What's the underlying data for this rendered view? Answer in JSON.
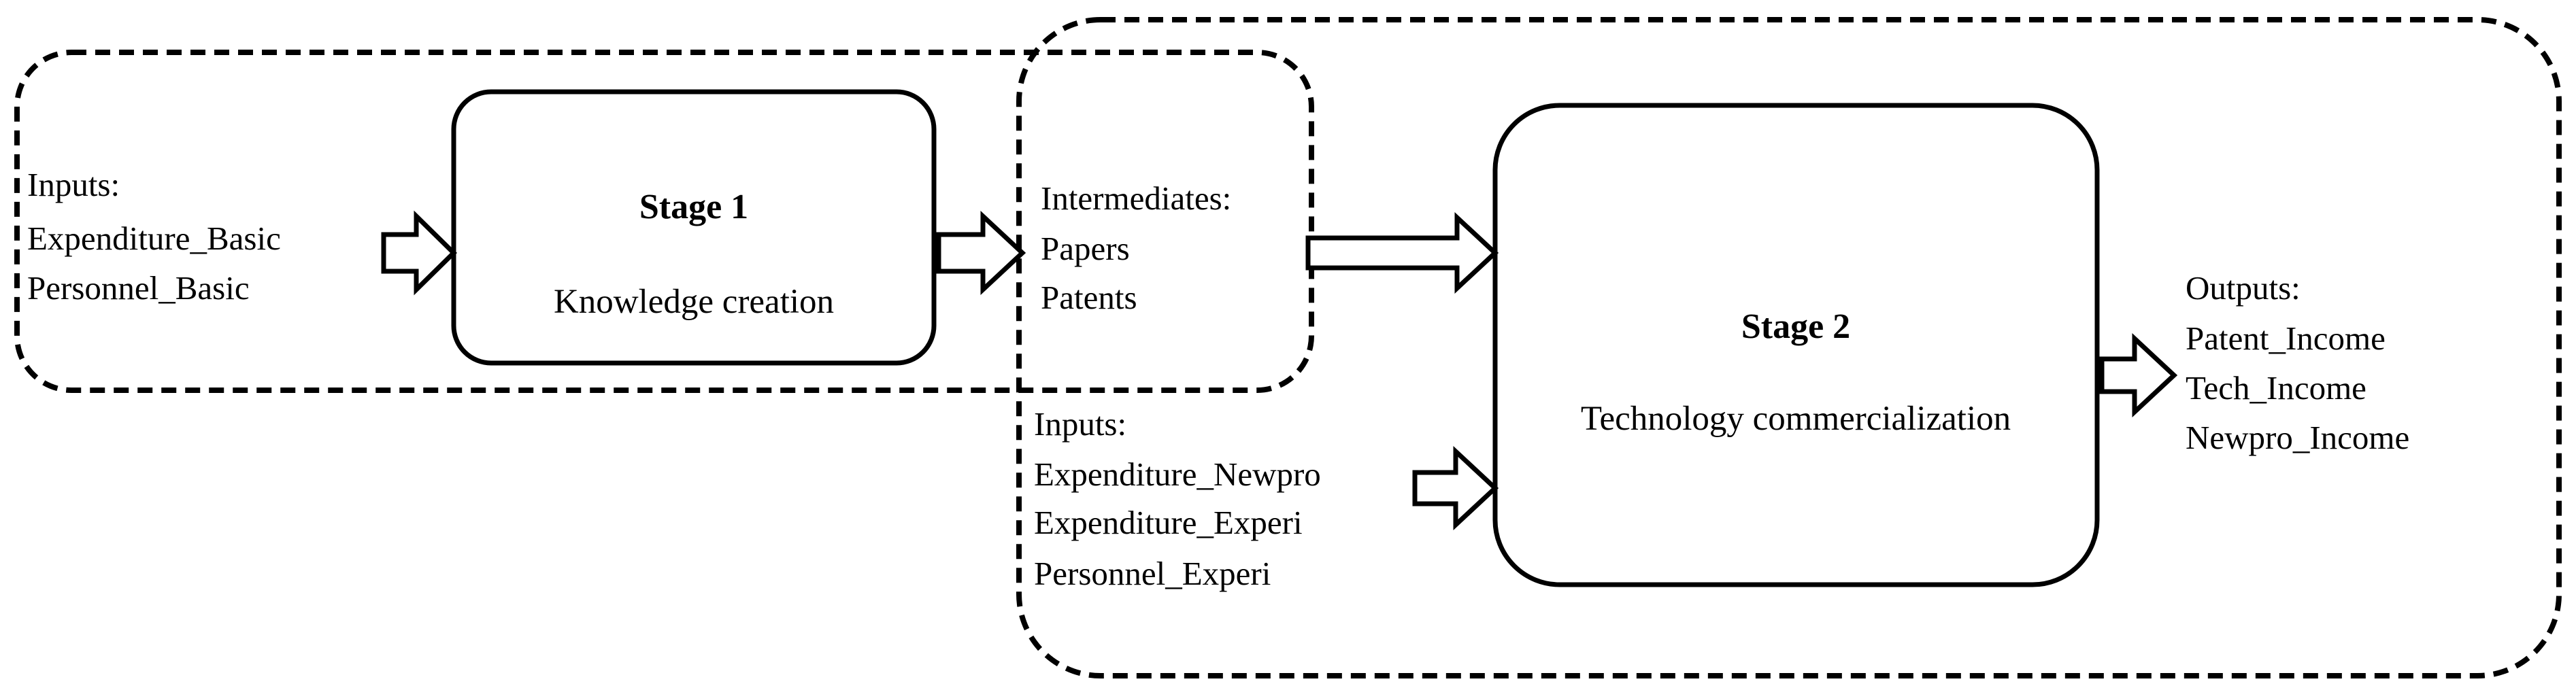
{
  "stage1": {
    "title": "Stage 1",
    "description": "Knowledge creation",
    "inputs": {
      "heading": "Inputs:",
      "items": [
        "Expenditure_Basic",
        "Personnel_Basic"
      ]
    }
  },
  "intermediates": {
    "heading": "Intermediates:",
    "items": [
      "Papers",
      "Patents"
    ]
  },
  "stage2": {
    "title": "Stage 2",
    "description": "Technology commercialization",
    "inputs": {
      "heading": "Inputs:",
      "items": [
        "Expenditure_Newpro",
        "Expenditure_Experi",
        "Personnel_Experi"
      ]
    },
    "outputs": {
      "heading": "Outputs:",
      "items": [
        "Patent_Income",
        "Tech_Income",
        "Newpro_Income"
      ]
    }
  }
}
